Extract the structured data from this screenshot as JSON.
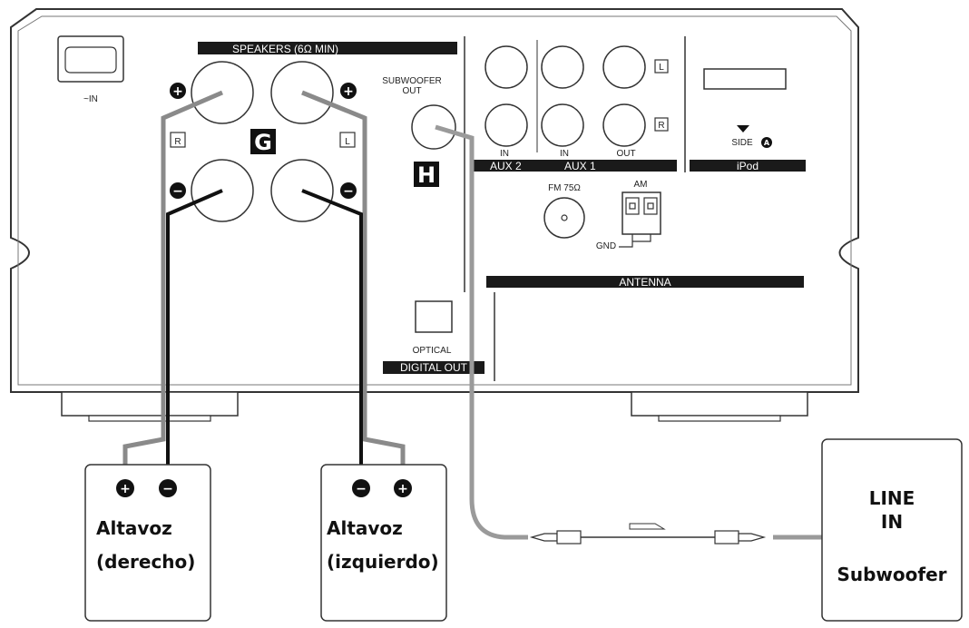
{
  "unit_labels": {
    "power_in": "~IN",
    "speakers_band": "SPEAKERS  (6Ω MIN)",
    "subwoofer_out": [
      "SUBWOOFER",
      "OUT"
    ],
    "channel_right": "R",
    "channel_left": "L",
    "marker_speakers": "G",
    "marker_subwoofer": "H",
    "aux2_in": "IN",
    "aux1_in": "IN",
    "aux1_out": "OUT",
    "aux2_band": "AUX 2",
    "aux1_band": "AUX 1",
    "fm": "FM 75Ω",
    "am": "AM",
    "gnd": "GND",
    "antenna_band": "ANTENNA",
    "side": "SIDE",
    "side_badge": "A",
    "ipod_band": "iPod",
    "optical": "OPTICAL",
    "digital_out_band": "DIGITAL OUT",
    "jack_r": "R",
    "jack_l": "L"
  },
  "speakers": {
    "right": {
      "line1": "Altavoz",
      "line2": "(derecho)"
    },
    "left": {
      "line1": "Altavoz",
      "line2": "(izquierdo)"
    }
  },
  "subwoofer": {
    "line1": "LINE",
    "line2": "IN",
    "line3": "Subwoofer"
  },
  "symbols": {
    "plus": "+",
    "minus": "−"
  }
}
